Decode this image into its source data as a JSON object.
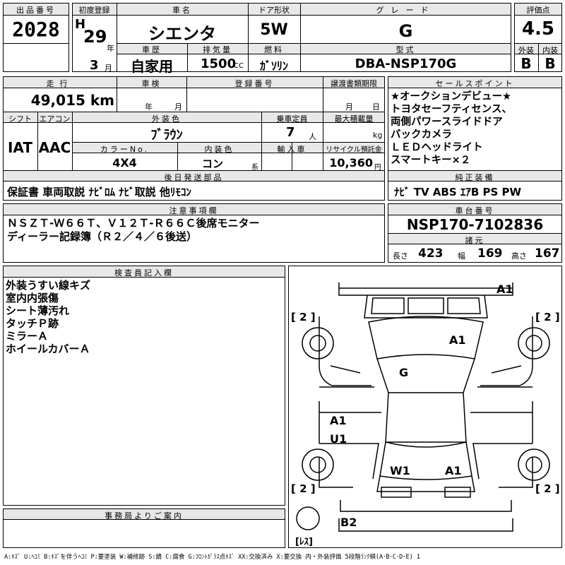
{
  "labels": {
    "lot_no": "出品番号",
    "first_reg": "初度登録",
    "car_name": "車名",
    "door": "ドア形状",
    "grade": "グレード",
    "score": "評価点",
    "history": "車歴",
    "displacement": "排気量",
    "fuel": "燃料",
    "model": "型式",
    "exterior": "外装",
    "interior": "内装",
    "year_unit": "年",
    "month_unit": "月",
    "cc": "CC",
    "mileage": "走行",
    "inspection": "車検",
    "reg_no": "登録番号",
    "transfer_deadline": "譲渡書類期限",
    "sales_point": "セールスポイント",
    "year": "年",
    "month": "月",
    "day": "日",
    "shift": "シフト",
    "aircon": "エアコン",
    "ext_color": "外装色",
    "capacity": "乗車定員",
    "max_load": "最大積載量",
    "person_unit": "人",
    "kg": "kg",
    "color_no": "カラーNo.",
    "int_color": "内装色",
    "import": "輸入車",
    "recycle": "リサイクル預託金",
    "yen": "円",
    "kei": "系",
    "later_items": "後日発送部品",
    "standard_equip": "純正装備",
    "notes": "注意事項欄",
    "chassis_no": "車台番号",
    "dimensions": "諸元",
    "length": "長さ",
    "width": "幅",
    "height": "高さ",
    "inspector_notes": "検査員記入欄",
    "office_notes": "事務局よりご案内",
    "legend": "A:ｷｽﾞ U:ﾍｺﾐ B:ｷｽﾞを伴うﾍｺﾐ P:要塗装 W:補修跡 S:錆 C:腐食 G:ﾌﾛﾝﾄｶﾞﾗｽ点ｷｽﾞ XX:交換済み X:要交換 内・外装評価 5段階ﾗﾝｸ順(A･B･C･D･E) 1"
  },
  "lot_no": "2028",
  "era": "H",
  "reg_year": "29",
  "reg_month": "3",
  "car_name": "シエンタ",
  "door": "5W",
  "grade": "G",
  "score": "4.5",
  "history": "自家用",
  "displacement": "1500",
  "fuel": "ｶﾞｿﾘﾝ",
  "model": "DBA-NSP170G",
  "exterior_grade": "B",
  "interior_grade": "B",
  "mileage": "49,015 km",
  "shift": "IAT",
  "aircon": "AAC",
  "ext_color": "ﾌﾞﾗｳﾝ",
  "capacity": "7",
  "color_no": "4X4",
  "int_color": "コン",
  "recycle": "10,360",
  "sales_points": [
    "★オークションデビュー★",
    "トヨタセーフティセンス、",
    "両側パワースライドドア",
    "バックカメラ",
    "ＬＥＤヘッドライト",
    "スマートキー×２"
  ],
  "later_items": "保証書 車両取説 ﾅﾋﾞﾛﾑ ﾅﾋﾞ取説 他ﾘﾓｺﾝ",
  "standard_equip": "ﾅﾋﾞ TV ABS ｴｱB PS PW",
  "notes_lines": [
    "ＮＳＺＴ-Ｗ６６Ｔ、Ｖ１２Ｔ-Ｒ６６Ｃ後席モニター",
    "ディーラー記録簿（Ｒ２／４／６後送）"
  ],
  "chassis_no": "NSP170-7102836",
  "length_val": "423",
  "width_val": "169",
  "height_val": "167",
  "inspector_lines": [
    "外装うすい線キズ",
    "室内内張傷",
    "シート薄汚れ",
    "タッチＰ跡",
    "ミラーＡ",
    "ホイールカバーＡ"
  ],
  "diagram": {
    "marks": [
      "A1",
      "A1",
      "G",
      "A1",
      "U1",
      "W1",
      "A1",
      "B2"
    ],
    "tires": [
      "[ 2 ]",
      "[ 2 ]",
      "[ 2 ]",
      "[ 2 ]",
      "[ﾚｽ]"
    ]
  }
}
